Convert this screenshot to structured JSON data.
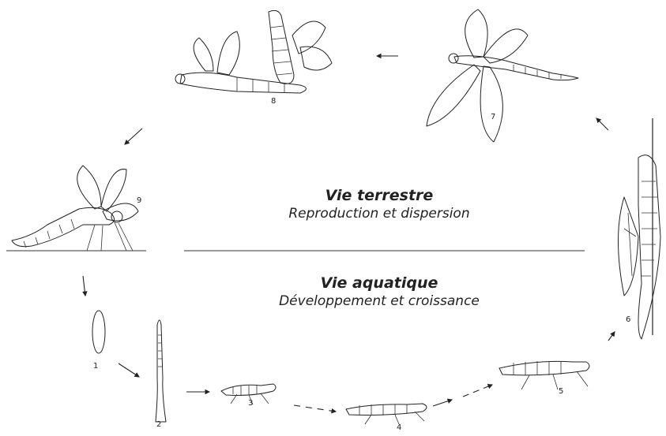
{
  "terrestrial": {
    "title": "Vie terrestre",
    "subtitle": "Reproduction et dispersion"
  },
  "aquatic": {
    "title": "Vie aquatique",
    "subtitle": "Développement et croissance"
  },
  "stages": [
    {
      "label": "1",
      "name": "egg-stage"
    },
    {
      "label": "2",
      "name": "hatchling-stage"
    },
    {
      "label": "3",
      "name": "larva-small-stage"
    },
    {
      "label": "4",
      "name": "larva-medium-stage"
    },
    {
      "label": "5",
      "name": "larva-large-stage"
    },
    {
      "label": "6",
      "name": "emergence-stage"
    },
    {
      "label": "7",
      "name": "adult-stage"
    },
    {
      "label": "8",
      "name": "mating-stage"
    },
    {
      "label": "9",
      "name": "egg-laying-stage"
    }
  ],
  "colors": {
    "ink": "#222222",
    "background": "#ffffff"
  }
}
